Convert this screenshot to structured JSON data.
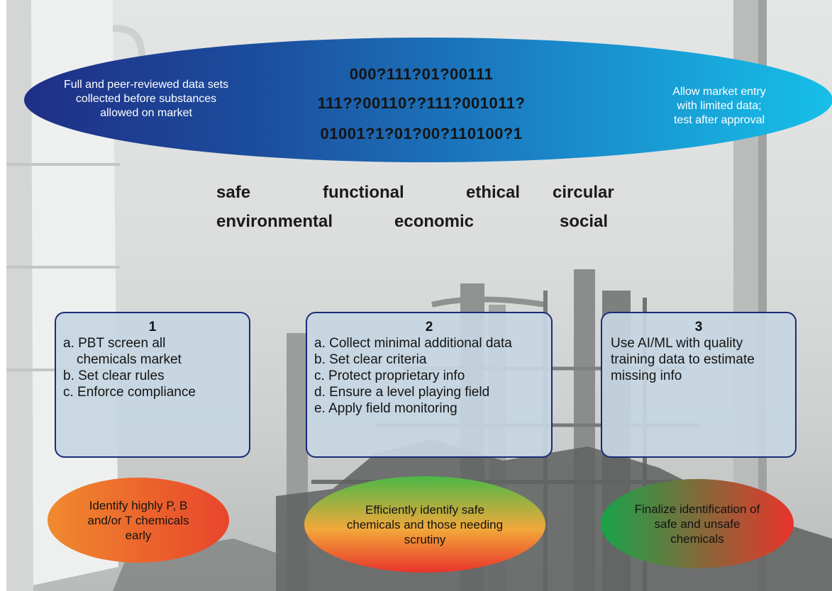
{
  "top_ellipse": {
    "left_text": [
      "Full and peer-reviewed data sets",
      "collected before substances",
      "allowed on market"
    ],
    "binary_lines": [
      "000?111?01?00111",
      "111??00110??111?001011?",
      "01001?1?01?00?110100?1"
    ],
    "right_text": [
      "Allow market entry",
      "with limited data;",
      "test after approval"
    ]
  },
  "criteria": {
    "row1": [
      "safe",
      "functional",
      "ethical",
      "circular"
    ],
    "row2": [
      "environmental",
      "economic",
      "social"
    ]
  },
  "steps": [
    {
      "number": "1",
      "items": [
        "a. PBT screen all",
        "chemicals market",
        "b. Set clear rules",
        "c. Enforce compliance"
      ]
    },
    {
      "number": "2",
      "items": [
        "a. Collect minimal additional data",
        "b. Set clear criteria",
        "c. Protect proprietary info",
        "d. Ensure a level playing field",
        "e. Apply field monitoring"
      ]
    },
    {
      "number": "3",
      "items": [
        "Use AI/ML with quality",
        "training data to estimate",
        "missing info"
      ]
    }
  ],
  "outcomes": [
    {
      "lines": [
        "Identify highly P, B",
        "and/or T chemicals",
        "early"
      ],
      "colors": [
        "#f08a2e",
        "#e8452b"
      ]
    },
    {
      "lines": [
        "Efficiently identify safe",
        "chemicals and those needing",
        "scrutiny"
      ],
      "colors": [
        "#4cb848",
        "#f2a83a",
        "#e8342b"
      ]
    },
    {
      "lines": [
        "Finalize identification of",
        "safe and unsafe",
        "chemicals"
      ],
      "colors": [
        "#17a34a",
        "#e8342b"
      ]
    }
  ],
  "colors": {
    "box_border": "#1d2a77",
    "box_fill": "#c6d6e2",
    "ellipse_left": "#1f2f86",
    "ellipse_right": "#16bfe8"
  }
}
